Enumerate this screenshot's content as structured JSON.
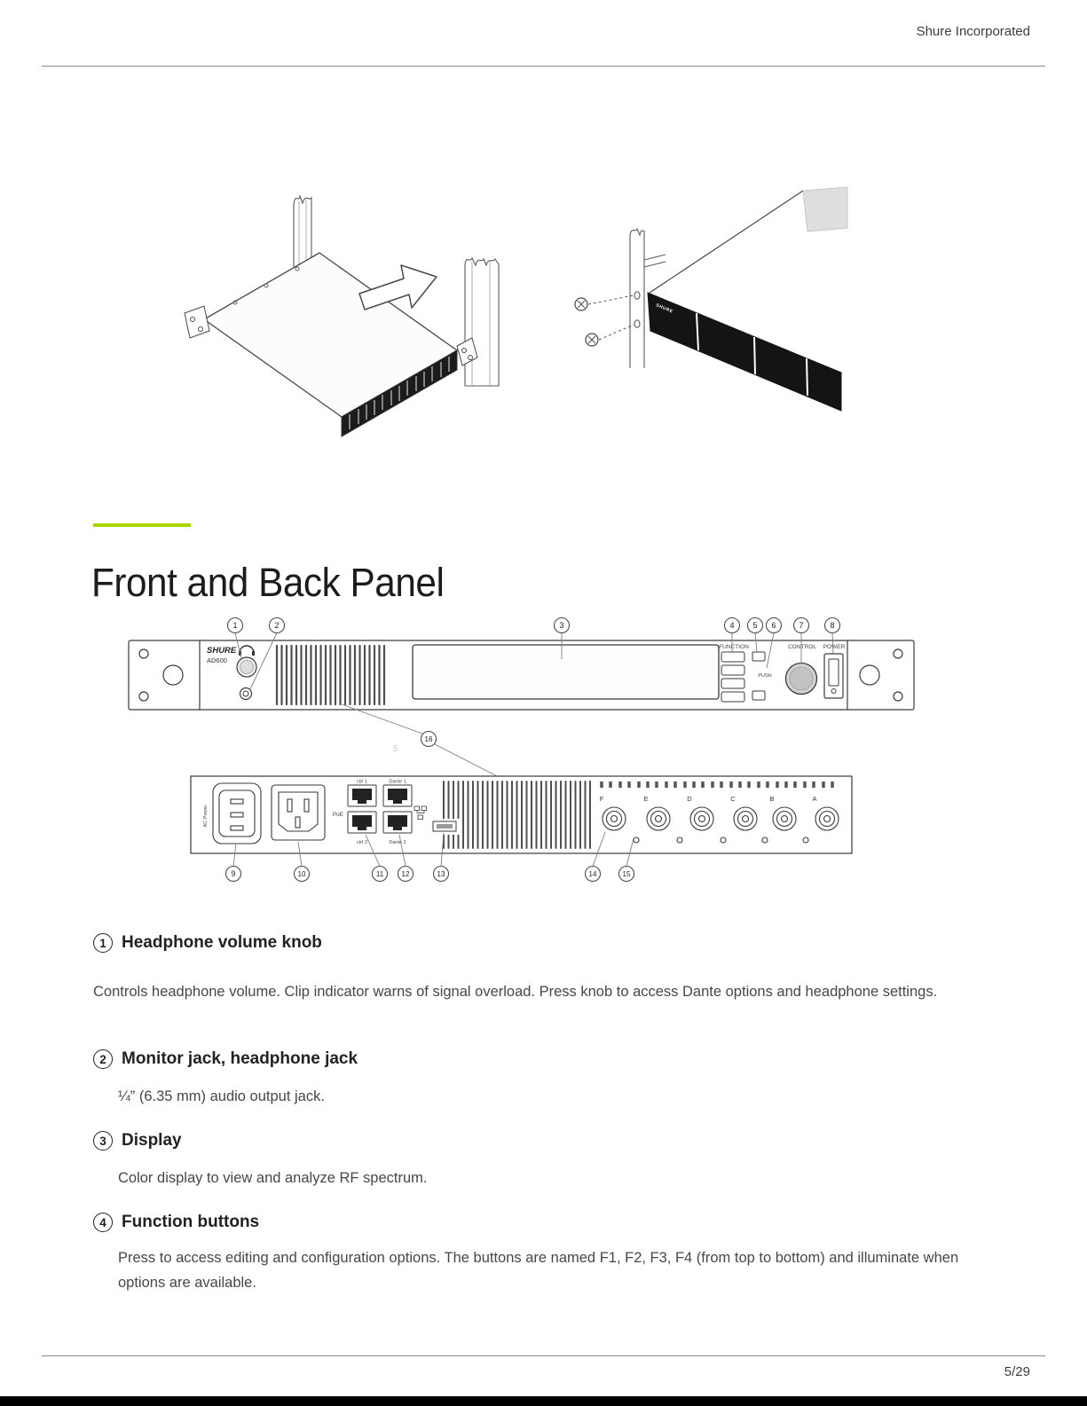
{
  "header": {
    "company": "Shure Incorporated"
  },
  "title_section": {
    "title": "Front and Back Panel"
  },
  "colors": {
    "accent_green": "#a9d500",
    "panel_line": "#3a3a3a"
  },
  "illustrations": {
    "panel_logo": "SHURE"
  },
  "front_panel": {
    "brand": "SHURE",
    "model": "AD600",
    "function_label": "FUNCTION",
    "push_label": "PUSH",
    "control_label": "CONTROL",
    "power_label": "POWER",
    "callouts": [
      "1",
      "2",
      "3",
      "4",
      "5",
      "6",
      "7",
      "8"
    ]
  },
  "connector_callout": "16",
  "stray_number": "5",
  "back_panel": {
    "ac_power_label": "AC Power",
    "poe_label": "PoE",
    "port_labels": {
      "ctrl1": "ctrl 1",
      "dante1": "Dante 1",
      "ctrl2": "ctrl 2",
      "dante2": "Dante 2"
    },
    "antennas": [
      "F",
      "E",
      "D",
      "C",
      "B",
      "A"
    ],
    "callouts": [
      "9",
      "10",
      "11",
      "12",
      "13",
      "14",
      "15"
    ]
  },
  "items": [
    {
      "num": "1",
      "title": "Headphone volume knob",
      "body": "Controls headphone volume. Clip indicator warns of signal overload. Press knob to access Dante options and headphone settings."
    },
    {
      "num": "2",
      "title": "Monitor jack, headphone jack",
      "body": "¼” (6.35 mm) audio output jack."
    },
    {
      "num": "3",
      "title": "Display",
      "body": "Color display to view and analyze RF spectrum."
    },
    {
      "num": "4",
      "title": "Function buttons",
      "body": "Press to access editing and configuration options. The buttons are named F1, F2, F3, F4 (from top to bottom) and illuminate when options are available."
    }
  ],
  "footer": {
    "page": "5/29"
  }
}
